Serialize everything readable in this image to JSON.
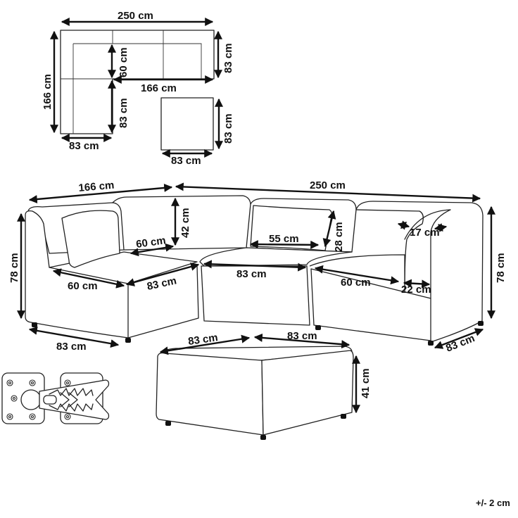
{
  "top_view": {
    "width": "250 cm",
    "height_left": "166 cm",
    "depth_right": "83 cm",
    "inner_depth": "60 cm",
    "inner_width": "166 cm",
    "lower_depth": "83 cm",
    "bottom_width": "83 cm",
    "ottoman_depth": "83 cm",
    "ottoman_width": "83 cm"
  },
  "main_view": {
    "left_width": "166 cm",
    "total_width": "250 cm",
    "backrest_height": "42 cm",
    "seat_depth_corner": "60 cm",
    "pillow_width": "55 cm",
    "pillow_height": "28 cm",
    "armrest_width": "17 cm",
    "height_left": "78 cm",
    "height_right": "78 cm",
    "seat_depth_left": "60 cm",
    "module_width_left": "83 cm",
    "module_width_middle": "83 cm",
    "seat_depth_right": "60 cm",
    "arm_depth": "22 cm",
    "base_width_left": "83 cm",
    "base_depth_right": "83 cm"
  },
  "ottoman": {
    "width_left": "83 cm",
    "width_right": "83 cm",
    "height": "41 cm"
  },
  "tolerance": "+/- 2 cm"
}
